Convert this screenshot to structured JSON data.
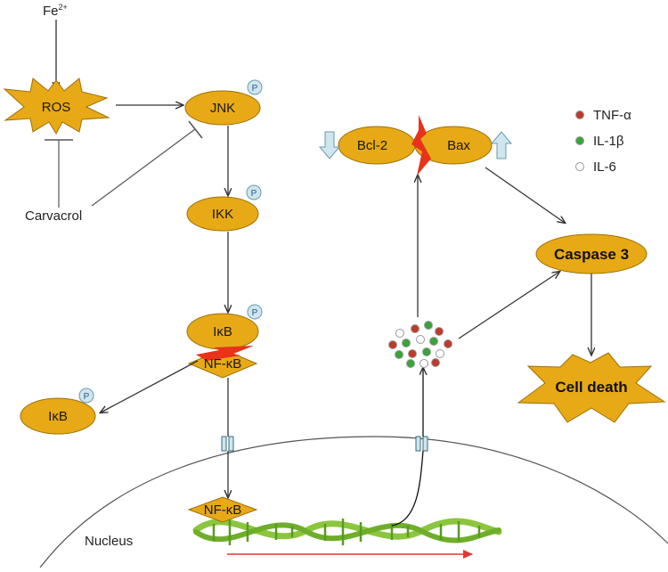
{
  "labels": {
    "fe": "Fe",
    "fe_sup": "2+",
    "ros": "ROS",
    "carvacrol": "Carvacrol",
    "jnk": "JNK",
    "ikk": "IKK",
    "ikb": "IκB",
    "nfkb": "NF-κB",
    "ikb_released": "IκB",
    "nfkb_nucleus": "NF-κB",
    "nucleus": "Nucleus",
    "bcl2": "Bcl-2",
    "bax": "Bax",
    "caspase3": "Caspase 3",
    "cell_death": "Cell death",
    "phospho": "P"
  },
  "legend": [
    {
      "label": "TNF-α",
      "color": "#c0392b"
    },
    {
      "label": "IL-1β",
      "color": "#3aa33a"
    },
    {
      "label": "IL-6",
      "color": "#ffffff"
    }
  ],
  "colors": {
    "node_fill": "#e8a916",
    "node_stroke": "#9c7108",
    "phospho_fill": "#cfe6ee",
    "inhibit_red": "#e8321a",
    "dna_green": "#8cc63f",
    "transcription_arrow": "#e0382c",
    "line": "#444444"
  }
}
